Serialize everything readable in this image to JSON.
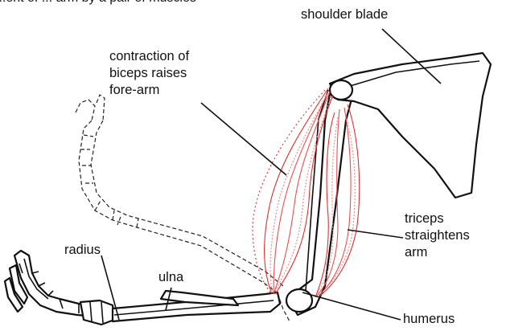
{
  "header": {
    "text": "...ent of ... arm by a pair of muscles"
  },
  "labels": {
    "shoulder_blade": "shoulder blade",
    "biceps": "contraction of\nbiceps raises\nfore-arm",
    "triceps": "triceps\nstraightens\narm",
    "radius": "radius",
    "ulna": "ulna",
    "humerus": "humerus"
  },
  "colors": {
    "muscle": "#e03030",
    "bone_outline": "#111111",
    "label_text": "#111111"
  }
}
